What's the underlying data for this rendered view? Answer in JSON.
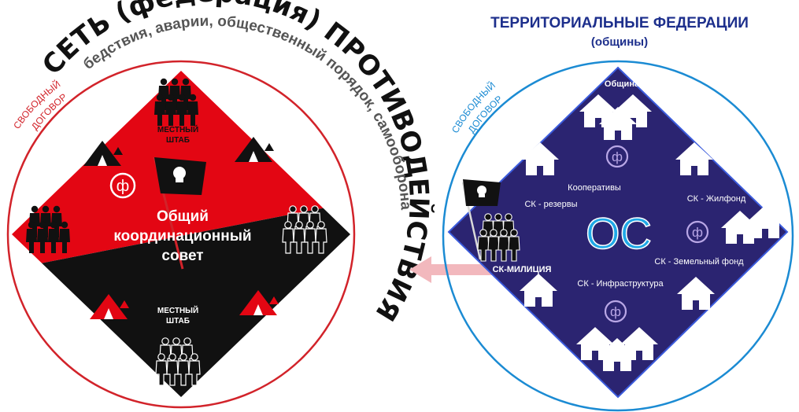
{
  "left": {
    "arc_title": "СЕТЬ (федерация) ПРОТИВОДЕЙСТВИЯ",
    "arc_subtitle": "бедствия, аварии, общественный порядок, самооборона",
    "free_contract_line1": "СВОБОДНЫЙ",
    "free_contract_line2": "ДОГОВОР",
    "hq_top_line1": "МЕСТНЫЙ",
    "hq_top_line2": "ШТАБ",
    "hq_bottom_line1": "МЕСТНЫЙ",
    "hq_bottom_line2": "ШТАБ",
    "council_line1": "Общий",
    "council_line2": "координационный",
    "council_line3": "совет",
    "colors": {
      "red": "#e30613",
      "black": "#111111",
      "ring": "#d2232a"
    }
  },
  "right": {
    "title": "ТЕРРИТОРИАЛЬНЫЕ ФЕДЕРАЦИИ",
    "subtitle": "(общины)",
    "free_contract_line1": "СВОБОДНЫЙ",
    "free_contract_line2": "ДОГОВОР",
    "community_label": "Община",
    "center_label": "ОС",
    "labels": {
      "cooperatives": "Кооперативы",
      "reserves": "СК - резервы",
      "housing": "СК - Жилфонд",
      "land": "СК - Земельный фонд",
      "militia": "СК-МИЛИЦИЯ",
      "infrastructure": "СК - Инфраструктура"
    },
    "colors": {
      "navy": "#2b2471",
      "ring": "#1b8bd3",
      "title": "#1d2f8c",
      "center": "#1fa8e6",
      "arrow": "#f2b8bd"
    }
  },
  "icons": {
    "fi_symbol": "ф",
    "people": "group-of-people-icon",
    "tent": "tent-icon",
    "flag": "pirate-flag-icon",
    "house": "house-icon"
  }
}
